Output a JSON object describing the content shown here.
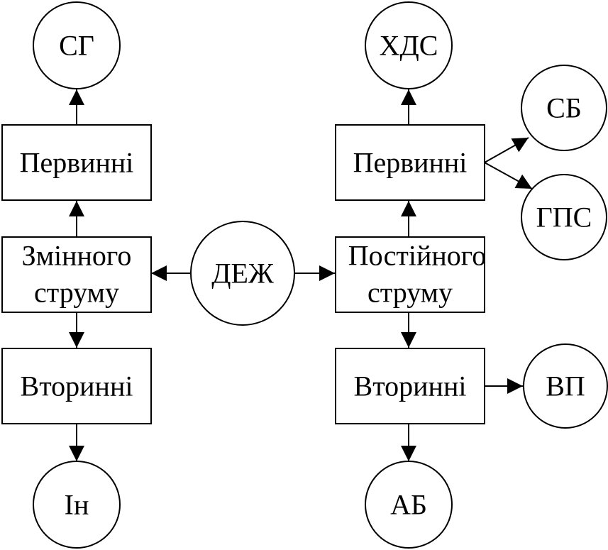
{
  "diagram": {
    "center": {
      "label": "ДЕЖ"
    },
    "ac": {
      "main": {
        "line1": "Змінного",
        "line2": "струму"
      },
      "primary": {
        "label": "Первинні"
      },
      "secondary": {
        "label": "Вторинні"
      },
      "top_node": {
        "label": "СГ"
      },
      "bottom_node": {
        "label": "Ін"
      }
    },
    "dc": {
      "main": {
        "line1": "Постійного",
        "line2": "струму"
      },
      "primary": {
        "label": "Первинні"
      },
      "secondary": {
        "label": "Вторинні"
      },
      "top_node": {
        "label": "ХДС"
      },
      "right_upper_node": {
        "label": "СБ"
      },
      "right_lower_node": {
        "label": "ГПС"
      },
      "right_secondary_node": {
        "label": "ВП"
      },
      "bottom_node": {
        "label": "АБ"
      }
    }
  }
}
